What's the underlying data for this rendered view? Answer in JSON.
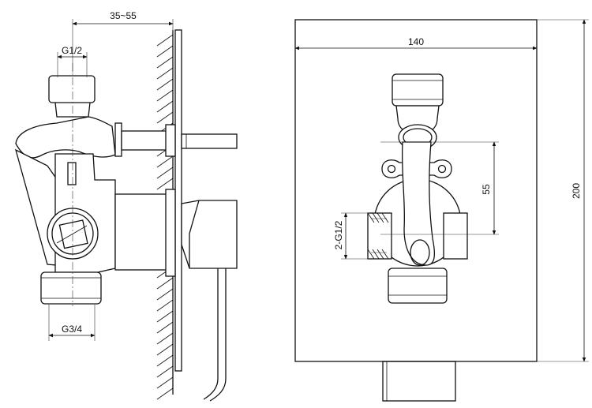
{
  "side_view": {
    "dim_depth": "35~55",
    "dim_inlet_top": "G1/2",
    "dim_inlet_bottom": "G3/4"
  },
  "front_view": {
    "dim_width": "140",
    "dim_height": "200",
    "dim_spacing": "55",
    "dim_outlets": "2-G1/2"
  }
}
